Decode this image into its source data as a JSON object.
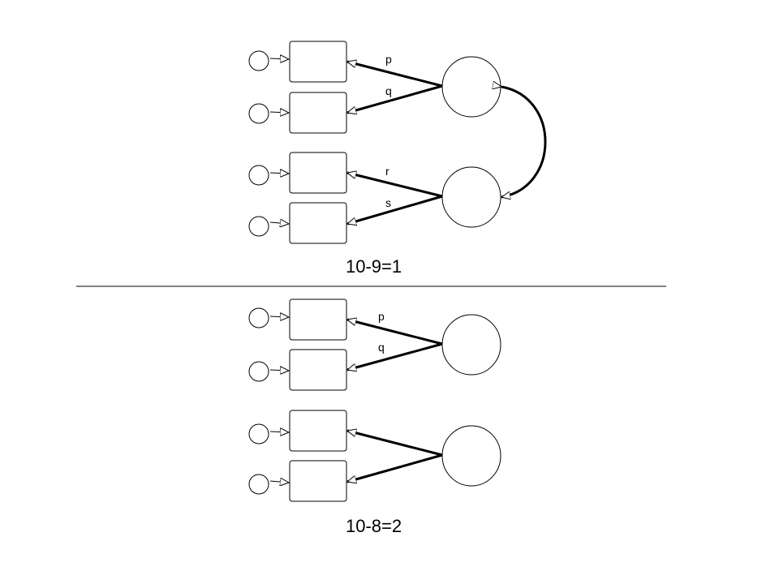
{
  "colors": {
    "stroke": "#000000",
    "background": "#ffffff"
  },
  "top_model": {
    "path_labels": [
      "p",
      "q",
      "r",
      "s"
    ],
    "equation": "10-9=1",
    "has_factor_covariance": true
  },
  "bottom_model": {
    "path_labels": [
      "p",
      "q",
      "",
      ""
    ],
    "equation": "10-8=2",
    "has_factor_covariance": false
  }
}
